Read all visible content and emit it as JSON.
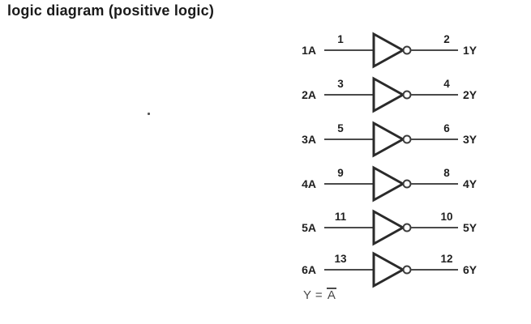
{
  "title": "logic diagram (positive logic)",
  "equation": {
    "lhs": "Y = ",
    "overlined": "A"
  },
  "colors": {
    "ink": "#1f1f1f",
    "wire": "#4a4a4a",
    "gate_stroke": "#2a2a2a"
  },
  "gates": [
    {
      "input_label": "1A",
      "input_pin": "1",
      "output_pin": "2",
      "output_label": "1Y"
    },
    {
      "input_label": "2A",
      "input_pin": "3",
      "output_pin": "4",
      "output_label": "2Y"
    },
    {
      "input_label": "3A",
      "input_pin": "5",
      "output_pin": "6",
      "output_label": "3Y"
    },
    {
      "input_label": "4A",
      "input_pin": "9",
      "output_pin": "8",
      "output_label": "4Y"
    },
    {
      "input_label": "5A",
      "input_pin": "11",
      "output_pin": "10",
      "output_label": "5Y"
    },
    {
      "input_label": "6A",
      "input_pin": "13",
      "output_pin": "12",
      "output_label": "6Y"
    }
  ]
}
